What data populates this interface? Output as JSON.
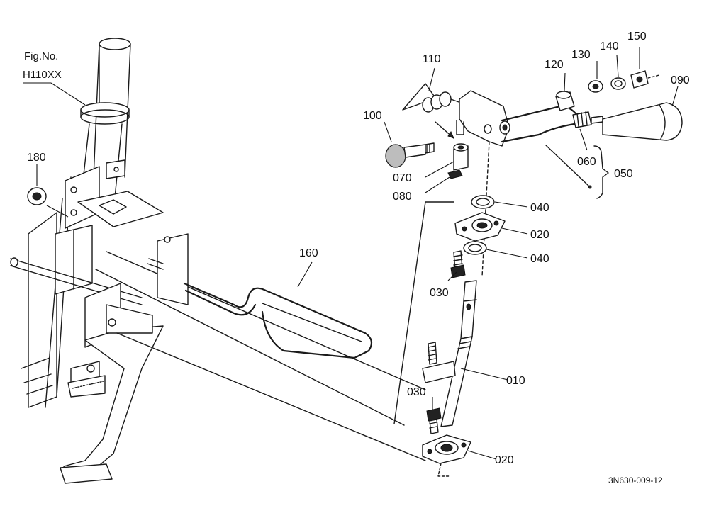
{
  "figure": {
    "fig_label": "Fig.No.",
    "fig_number": "H110XX",
    "drawing_code": "3N630-009-12"
  },
  "callouts": [
    {
      "id": "180",
      "text": "180"
    },
    {
      "id": "160",
      "text": "160"
    },
    {
      "id": "110",
      "text": "110"
    },
    {
      "id": "100",
      "text": "100"
    },
    {
      "id": "070",
      "text": "070"
    },
    {
      "id": "080",
      "text": "080"
    },
    {
      "id": "120",
      "text": "120"
    },
    {
      "id": "130",
      "text": "130"
    },
    {
      "id": "140",
      "text": "140"
    },
    {
      "id": "150",
      "text": "150"
    },
    {
      "id": "090",
      "text": "090"
    },
    {
      "id": "060",
      "text": "060"
    },
    {
      "id": "050",
      "text": "050"
    },
    {
      "id": "040a",
      "text": "040"
    },
    {
      "id": "020a",
      "text": "020"
    },
    {
      "id": "040b",
      "text": "040"
    },
    {
      "id": "030a",
      "text": "030"
    },
    {
      "id": "010",
      "text": "010"
    },
    {
      "id": "030b",
      "text": "030"
    },
    {
      "id": "020b",
      "text": "020"
    }
  ]
}
